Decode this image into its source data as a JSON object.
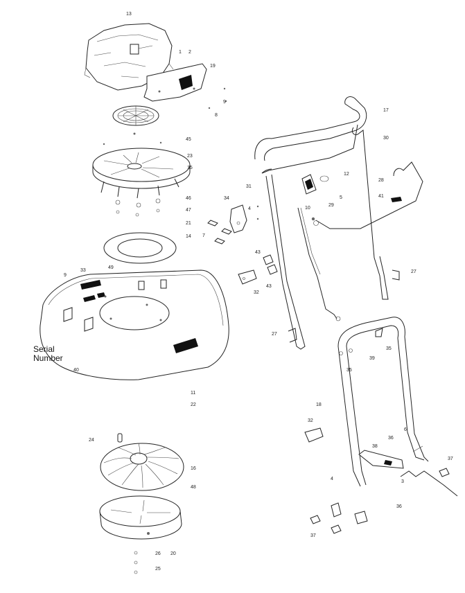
{
  "labels": {
    "l13": "13",
    "l1": "1",
    "l2": "2",
    "l19": "19",
    "l9top": "9",
    "l8": "8",
    "l45": "45",
    "l23": "23",
    "l15": "15",
    "l46": "46",
    "l47": "47",
    "l21": "21",
    "l14": "14",
    "l49": "49",
    "l33": "33",
    "l9": "9",
    "l40": "40",
    "l11": "11",
    "l22": "22",
    "l24": "24",
    "l16": "16",
    "l48": "48",
    "l26": "26",
    "l20": "20",
    "l25": "25",
    "l17": "17",
    "l30": "30",
    "l31": "31",
    "l12": "12",
    "l28": "28",
    "l41": "41",
    "l5": "5",
    "l29": "29",
    "l10": "10",
    "l34": "34",
    "l4a": "4",
    "l7": "7",
    "l43a": "43",
    "l43b": "43",
    "l32a": "32",
    "l27a": "27",
    "l27b": "27",
    "l35a": "35",
    "l39": "39",
    "l35b": "35",
    "l18": "18",
    "l32b": "32",
    "l38": "38",
    "l36": "36",
    "l6": "6",
    "l37a": "37",
    "l3": "3",
    "l4b": "4",
    "l36b": "36",
    "l37b": "37"
  },
  "serial": {
    "line1": "Serial",
    "line2": "Number"
  }
}
